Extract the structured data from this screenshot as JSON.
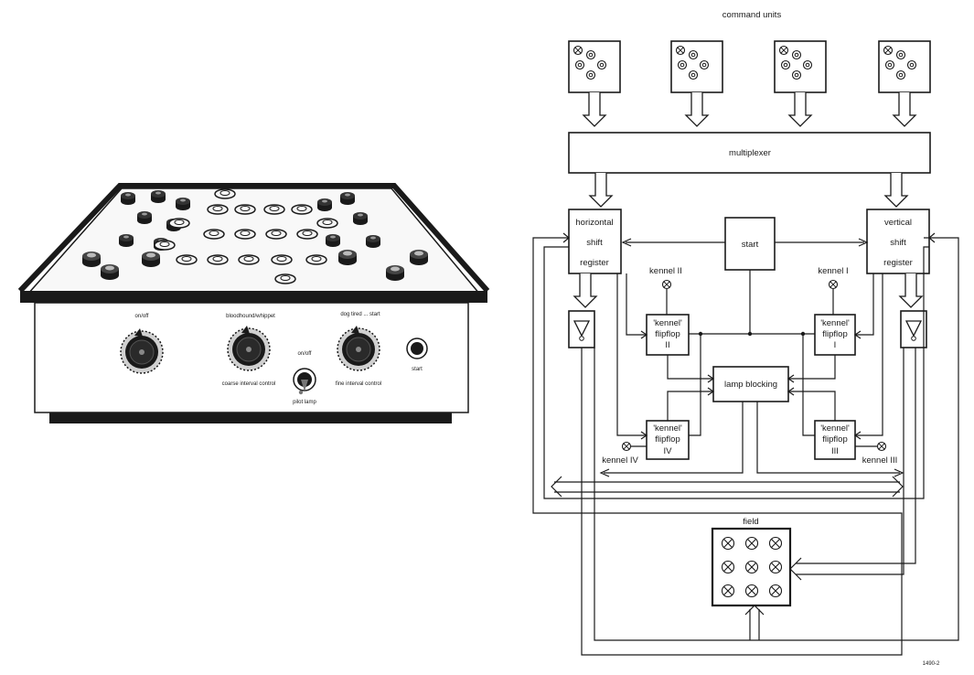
{
  "device": {
    "labels": {
      "on_off": "on/off",
      "bloodhound": "bloodhound/whippet",
      "dog_tired": "dog tired ... start",
      "pilot_on_off": "on/off",
      "start": "start",
      "coarse": "coarse interval control",
      "fine": "fine interval control",
      "pilot_lamp": "pilot lamp"
    }
  },
  "diagram": {
    "title": "command units",
    "multiplexer": "multiplexer",
    "horizontal": [
      "horizontal",
      "shift",
      "register"
    ],
    "vertical": [
      "vertical",
      "shift",
      "register"
    ],
    "start": "start",
    "lamp_blocking": "lamp blocking",
    "field": "field",
    "kennel_labels": {
      "k1": "kennel I",
      "k2": "kennel II",
      "k3": "kennel III",
      "k4": "kennel IV"
    },
    "flipflops": {
      "ff2": [
        "'kennel'",
        "flipflop",
        "II"
      ],
      "ff1": [
        "'kennel'",
        "flipflop",
        "I"
      ],
      "ff4": [
        "'kennel'",
        "flipflop",
        "IV"
      ],
      "ff3": [
        "'kennel'",
        "flipflop",
        "III"
      ]
    },
    "figure_number": "1490-2"
  }
}
